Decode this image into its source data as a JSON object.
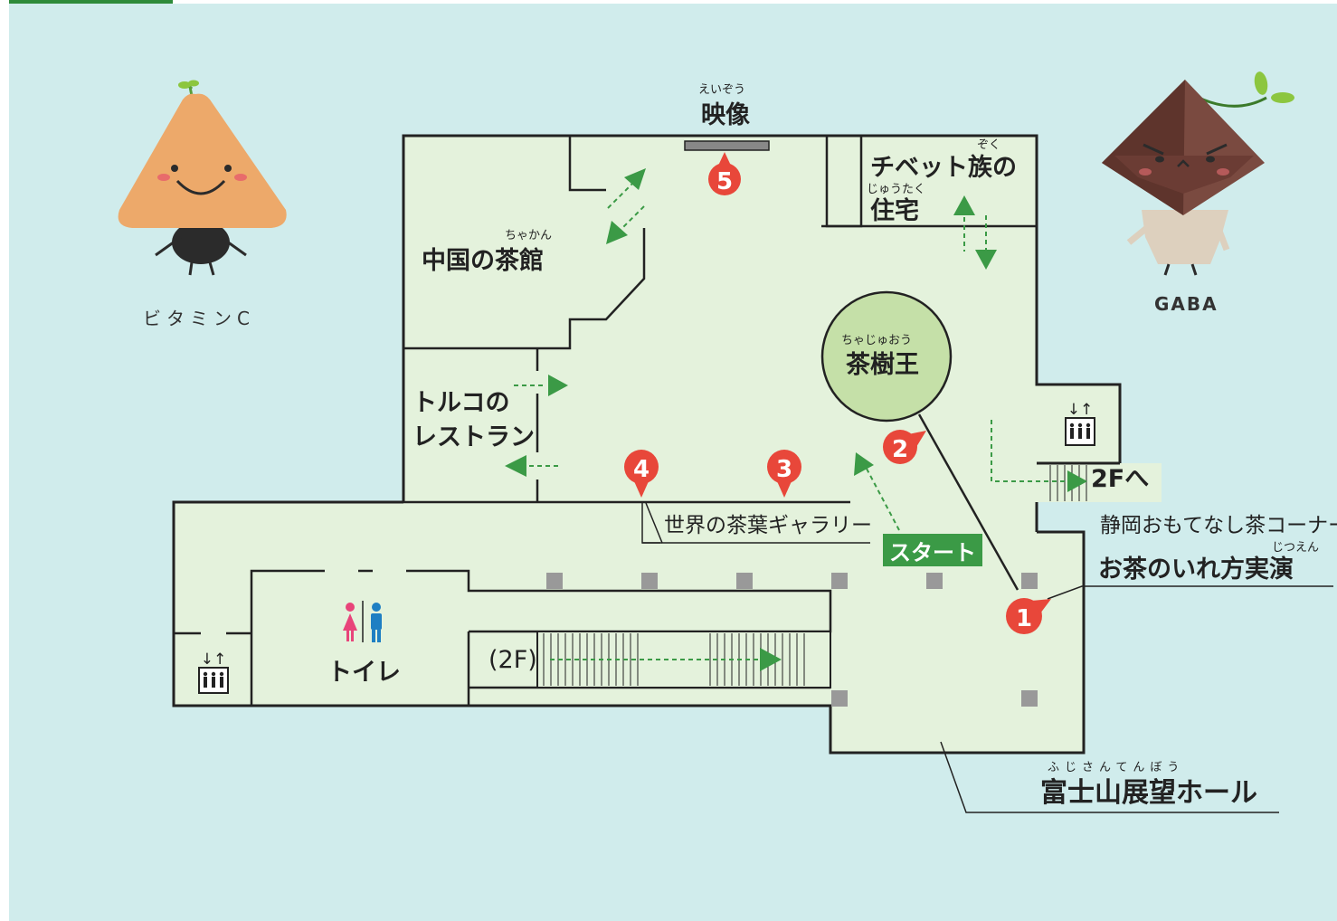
{
  "colors": {
    "background": "#d0ecec",
    "floor": "#e4f2dc",
    "wall": "#222222",
    "arrow": "#3b9a46",
    "marker": "#e8473a",
    "tree_circle": "#c5e0a8",
    "tab": "#2e8b3a"
  },
  "rooms": {
    "video": {
      "furigana": "えいぞう",
      "label": "映像"
    },
    "china_teahouse": {
      "furigana": "ちゃかん",
      "label": "中国の茶館"
    },
    "tibet_house": {
      "furigana_zoku": "ぞく",
      "label_line1": "チベット族の",
      "furigana_jutaku": "じゅうたく",
      "label_line2": "住宅"
    },
    "tea_tree_king": {
      "furigana": "ちゃじゅおう",
      "label": "茶樹王"
    },
    "turkey_restaurant": {
      "label_line1": "トルコの",
      "label_line2": "レストラン"
    },
    "toilet": {
      "label": "トイレ"
    },
    "gallery": {
      "label": "世界の茶葉ギャラリー"
    },
    "shizuoka_corner": {
      "label_line1": "静岡おもてなし茶コーナー",
      "furigana": "じつえん",
      "label_line2": "お茶のいれ方実演"
    },
    "fuji_hall": {
      "furigana": "ふじさんてんぼう",
      "label": "富士山展望ホール"
    }
  },
  "navigation": {
    "to_2f": "2Fへ",
    "from_2f": "(2F)",
    "start": "スタート",
    "elevator_icon": "elevator-icon",
    "toilet_icon": "restroom-icon"
  },
  "markers": [
    "1",
    "2",
    "3",
    "4",
    "5"
  ],
  "mascots": {
    "left": {
      "name": "ビタミンC"
    },
    "right": {
      "name": "GABA"
    }
  }
}
